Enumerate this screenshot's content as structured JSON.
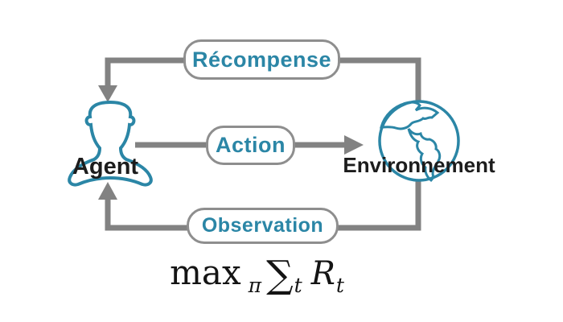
{
  "diagram": {
    "nodes": {
      "agent": {
        "label": "Agent",
        "icon": "person-icon"
      },
      "environment": {
        "label": "Environnement",
        "icon": "globe-icon"
      }
    },
    "edges": {
      "reward": {
        "label": "Récompense",
        "from": "Environnement",
        "to": "Agent"
      },
      "action": {
        "label": "Action",
        "from": "Agent",
        "to": "Environnement"
      },
      "observation": {
        "label": "Observation",
        "from": "Environnement",
        "to": "Agent"
      }
    },
    "formula": {
      "operator": "max",
      "policy_sub": "π",
      "sum": "∑",
      "time_sub": "t",
      "reward_var": "R",
      "reward_sub": "t"
    },
    "colors": {
      "accent_teal": "#2B86A6",
      "line_gray": "#828282",
      "pill_border_gray": "#8E8E8E",
      "text_black": "#1C1C1C",
      "background": "#FFFFFF"
    }
  }
}
